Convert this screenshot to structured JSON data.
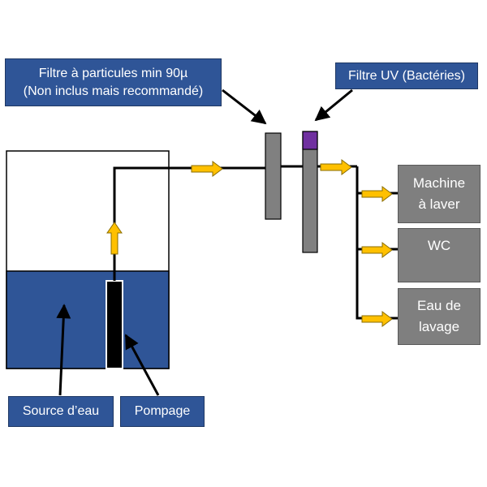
{
  "labels": {
    "particle_filter": {
      "line1": "Filtre à particules min 90µ",
      "line2": "(Non inclus mais recommandé)"
    },
    "uv_filter": "Filtre UV (Bactéries)",
    "water_source": "Source d’eau",
    "pumping": "Pompage"
  },
  "destinations": {
    "washing_machine": {
      "line1": "Machine",
      "line2": "à laver"
    },
    "wc": {
      "line1": "WC"
    },
    "washing_water": {
      "line1": "Eau de",
      "line2": "lavage"
    }
  },
  "colors": {
    "water": "#2F5597",
    "label_bg": "#2F5597",
    "filter": "#808080",
    "uv_top": "#7030A0",
    "flow_arrow": "#FFC000",
    "destination": "#7F7F7F",
    "pipe": "#000000"
  }
}
